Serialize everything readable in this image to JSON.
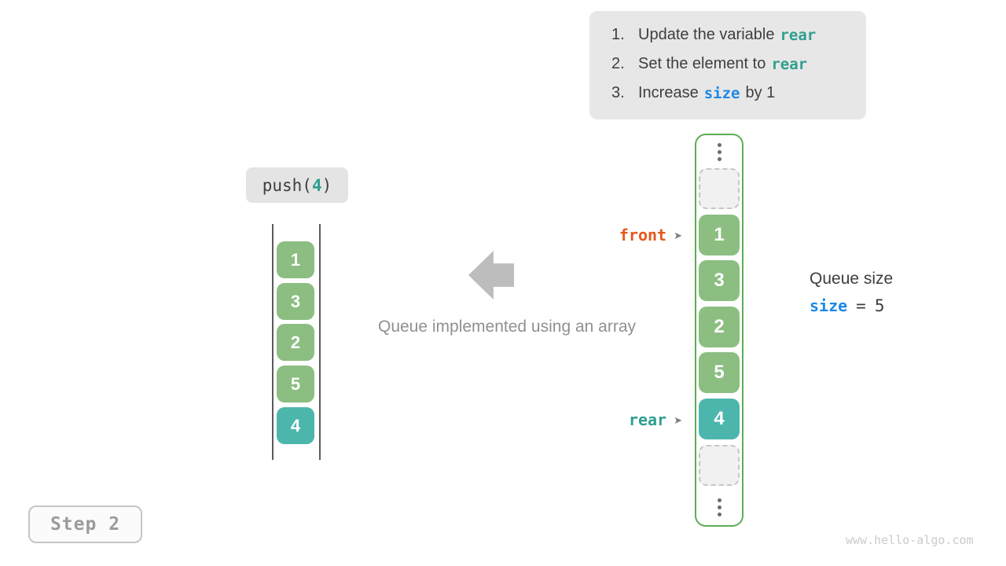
{
  "colors": {
    "green_cell": "#8CBE82",
    "teal_cell": "#4DB6AC",
    "container_border": "#5CAD55",
    "front_orange": "#E4581C",
    "rear_teal": "#2F9E8F",
    "size_blue": "#1E88E5",
    "instruction_box_bg": "#E7E7E7",
    "arrow_gray": "#BDBDBD"
  },
  "instructions": {
    "items": [
      {
        "num": "1.",
        "text_before": "Update the variable",
        "code": "rear",
        "text_after": ""
      },
      {
        "num": "2.",
        "text_before": "Set the element to",
        "code": "rear",
        "text_after": ""
      },
      {
        "num": "3.",
        "text_before": "Increase",
        "code": "size",
        "text_after": "by 1"
      }
    ]
  },
  "push_label": {
    "prefix": "push(",
    "arg": "4",
    "suffix": ")"
  },
  "left_array": {
    "cells": [
      {
        "value": "1"
      },
      {
        "value": "3"
      },
      {
        "value": "2"
      },
      {
        "value": "5"
      },
      {
        "value": "4"
      }
    ]
  },
  "right_array": {
    "cells": [
      {
        "value": "1"
      },
      {
        "value": "3"
      },
      {
        "value": "2"
      },
      {
        "value": "5"
      },
      {
        "value": "4"
      }
    ]
  },
  "pointers": {
    "front_label": "front",
    "rear_label": "rear",
    "arrow_glyph": "➤"
  },
  "queue_size": {
    "title": "Queue size",
    "variable": "size",
    "equals": "=",
    "value": "5"
  },
  "caption": "Queue implemented using an array",
  "step_badge": "Step 2",
  "watermark": "www.hello-algo.com"
}
